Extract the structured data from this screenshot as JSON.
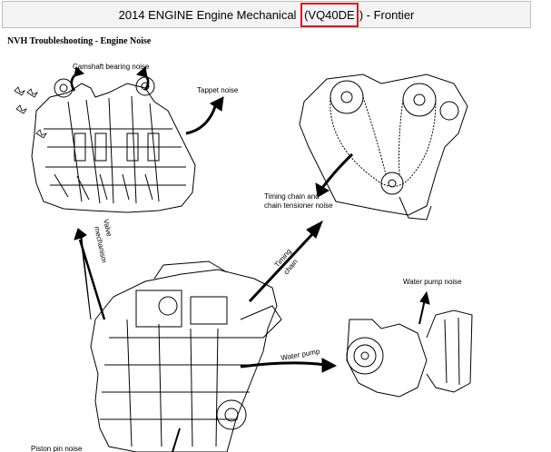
{
  "header": {
    "title_prefix": "2014 ENGINE Engine Mechanical ",
    "title_highlight": "(VQ40DE",
    "title_suffix": ") - Frontier"
  },
  "section": {
    "heading": "NVH Troubleshooting - Engine Noise"
  },
  "diagram": {
    "labels": {
      "camshaft": "Camshaft bearing noise",
      "tappet": "Tappet noise",
      "timing_line1": "Timing chain and",
      "timing_line2": "chain tensioner noise",
      "valve_line1": "Valve",
      "valve_line2": "mechanism",
      "timing_chain_line1": "Timing",
      "timing_chain_line2": "chain",
      "water_pump_noise": "Water pump noise",
      "water_pump": "Water pump",
      "piston_pin": "Piston pin noise"
    }
  },
  "colors": {
    "highlight_box": "#e0191f"
  }
}
